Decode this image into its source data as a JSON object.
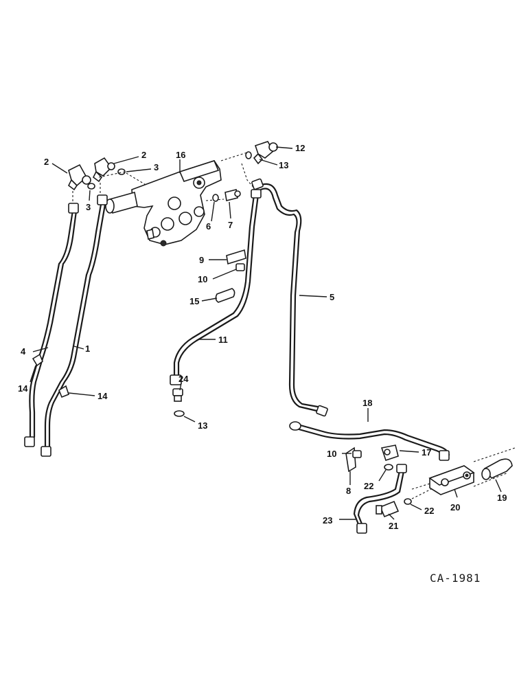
{
  "diagram": {
    "code": "CA-1981",
    "callouts": {
      "c1": "1",
      "c2a": "2",
      "c2b": "2",
      "c3a": "3",
      "c3b": "3",
      "c4": "4",
      "c5": "5",
      "c6": "6",
      "c7": "7",
      "c8": "8",
      "c9": "9",
      "c10a": "10",
      "c10b": "10",
      "c11": "11",
      "c12": "12",
      "c13a": "13",
      "c13b": "13",
      "c14a": "14",
      "c14b": "14",
      "c15": "15",
      "c16": "16",
      "c17": "17",
      "c18": "18",
      "c19": "19",
      "c20": "20",
      "c21": "21",
      "c22a": "22",
      "c22b": "22",
      "c23": "23",
      "c24": "24"
    }
  }
}
